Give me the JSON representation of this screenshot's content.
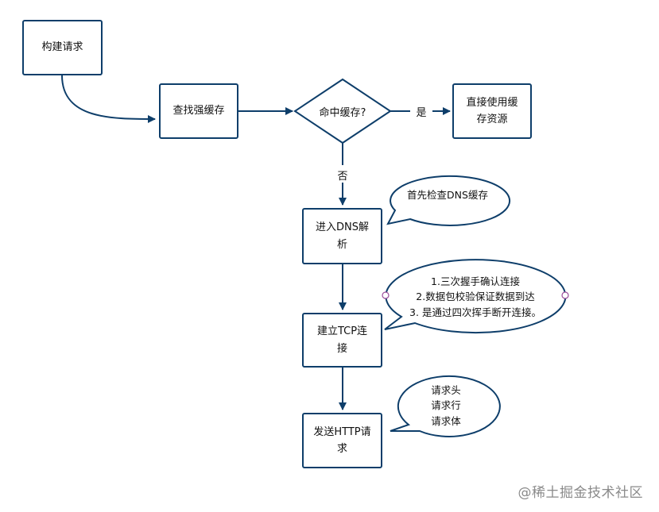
{
  "nodes": {
    "build_request": "构建请求",
    "lookup_strong_cache": "查找强缓存",
    "cache_hit": "命中缓存?",
    "use_cache": "直接使用缓存资源",
    "dns": "进入DNS解析",
    "tcp": "建立TCP连接",
    "http": "发送HTTP请求"
  },
  "edge_labels": {
    "yes": "是",
    "no": "否"
  },
  "callouts": {
    "dns": "首先检查DNS缓存",
    "tcp": [
      "1.三次握手确认连接",
      "2.数据包校验保证数据到达",
      "3. 是通过四次挥手断开连接。"
    ],
    "http": [
      "请求头",
      "请求行",
      "请求体"
    ]
  },
  "watermark": "@稀土掘金技术社区",
  "colors": {
    "stroke": "#0e3e6a",
    "text": "#111111",
    "watermark": "#8a8a8a"
  }
}
